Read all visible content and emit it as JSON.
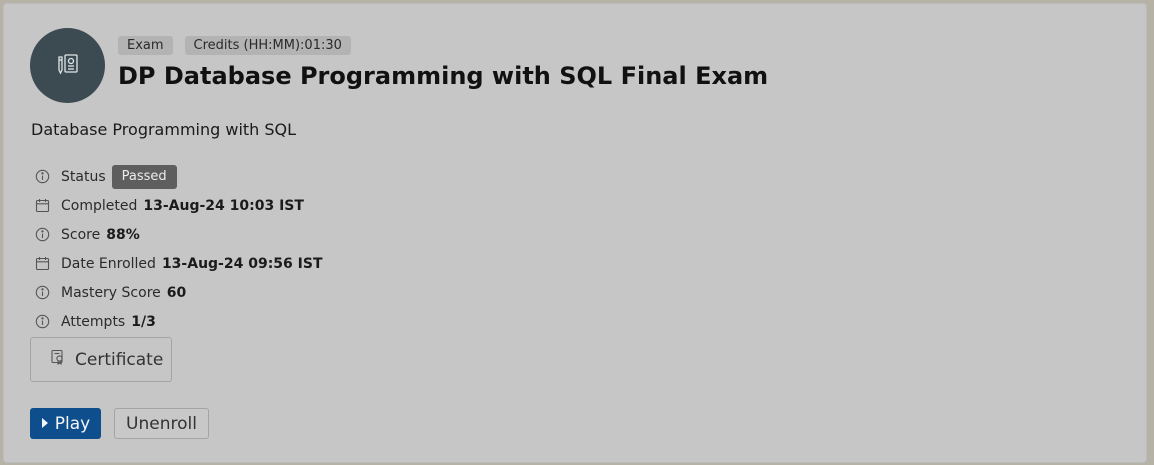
{
  "course": {
    "tags": [
      "Exam",
      "Credits (HH:MM):01:30"
    ],
    "title": "DP Database Programming with SQL Final Exam",
    "subtitle": "Database Programming with SQL",
    "avatar_icon": "exam-document-icon",
    "avatar_color": "#3c4b52"
  },
  "details": [
    {
      "label": "Status",
      "value": "Passed",
      "icon": "info-icon",
      "badge": true
    },
    {
      "label": "Completed",
      "value": "13-Aug-24 10:03 IST",
      "icon": "calendar-icon"
    },
    {
      "label": "Score",
      "value": "88%",
      "icon": "info-icon"
    },
    {
      "label": "Date Enrolled",
      "value": "13-Aug-24 09:56 IST",
      "icon": "calendar-icon"
    },
    {
      "label": "Mastery Score",
      "value": "60",
      "icon": "info-icon"
    },
    {
      "label": "Attempts",
      "value": "1/3",
      "icon": "info-icon"
    }
  ],
  "actions": {
    "certificate_label": "Certificate",
    "play_label": "Play",
    "unenroll_label": "Unenroll",
    "primary_color": "#0f4e8c"
  }
}
